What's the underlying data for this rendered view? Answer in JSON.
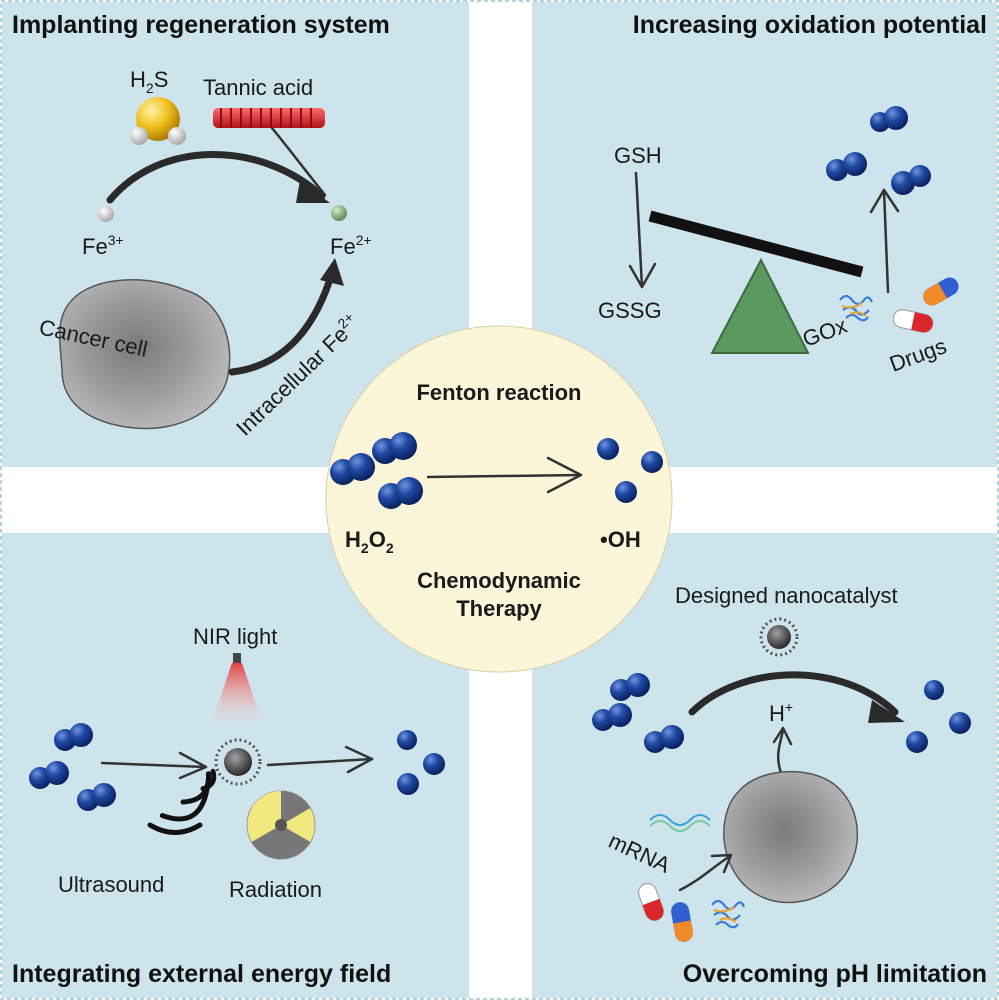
{
  "panels": {
    "top_left": {
      "title": "Implanting regeneration system"
    },
    "top_right": {
      "title": "Increasing oxidation potential"
    },
    "bottom_left": {
      "title": "Integrating external energy field"
    },
    "bottom_right": {
      "title": "Overcoming pH limitation"
    }
  },
  "center": {
    "title": "Fenton reaction",
    "reactant_main": "H",
    "reactant_sub1": "2",
    "reactant_o": "O",
    "reactant_sub2": "2",
    "product": "•OH",
    "subtitle_line1": "Chemodynamic",
    "subtitle_line2": "Therapy"
  },
  "regeneration": {
    "h2s_h": "H",
    "h2s_sub": "2",
    "h2s_s": "S",
    "tannic_acid": "Tannic acid",
    "fe3_base": "Fe",
    "fe3_sup": "3+",
    "fe2_base": "Fe",
    "fe2_sup": "2+",
    "cancer_cell": "Cancer cell",
    "intracellular": "Intracellular Fe",
    "intracellular_sup": "2+"
  },
  "oxidation": {
    "gsh": "GSH",
    "gssg": "GSSG",
    "gox": "GOx",
    "drugs": "Drugs"
  },
  "energy_field": {
    "nir_light": "NIR light",
    "ultrasound": "Ultrasound",
    "radiation": "Radiation"
  },
  "ph": {
    "nanocatalyst": "Designed nanocatalyst",
    "proton_base": "H",
    "proton_sup": "+",
    "mrna": "mRNA"
  },
  "colors": {
    "panel_bg": "#cde4ec",
    "separator": "#ffffff",
    "center_bg": "#fbf5d9",
    "molecule_blue": "#1f4aa3",
    "arrow": "#2a2a2a",
    "triangle": "#5a9a5e",
    "tannic_red": "#d9262b",
    "h2s_yellow": "#f0c020"
  }
}
